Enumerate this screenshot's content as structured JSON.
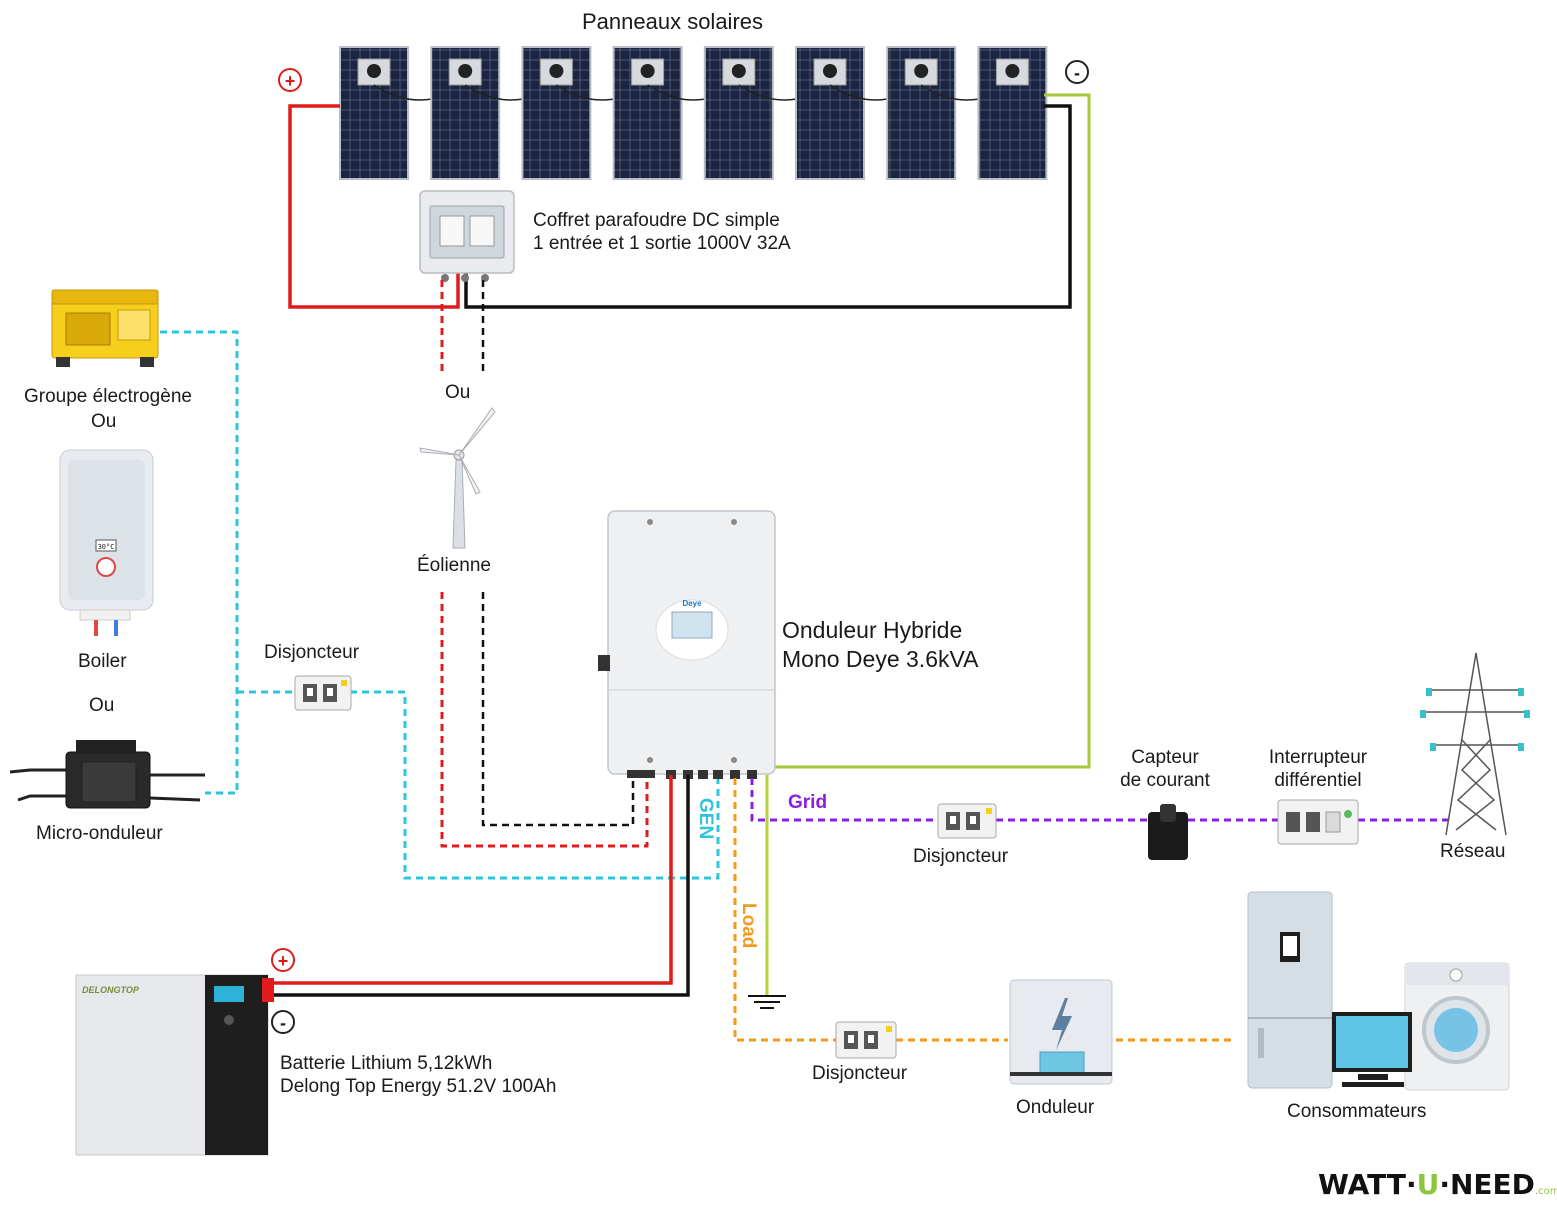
{
  "labels": {
    "solar_panels": "Panneaux solaires",
    "dc_box_line1": "Coffret parafoudre DC simple",
    "dc_box_line2": "1 entrée et 1 sortie 1000V 32A",
    "or_1": "Ou",
    "wind_turbine": "Éolienne",
    "generator": "Groupe électrogène",
    "or_2": "Ou",
    "boiler": "Boiler",
    "or_3": "Ou",
    "micro_inverter": "Micro-onduleur",
    "breaker_gen": "Disjoncteur",
    "inverter_line1": "Onduleur Hybride",
    "inverter_line2": "Mono Deye 3.6kVA",
    "breaker_grid": "Disjoncteur",
    "current_sensor_line1": "Capteur",
    "current_sensor_line2": "de courant",
    "rcd_line1": "Interrupteur",
    "rcd_line2": "différentiel",
    "grid_network": "Réseau",
    "battery_line1": "Batterie Lithium 5,12kWh",
    "battery_line2": "Delong Top Energy 51.2V 100Ah",
    "breaker_load": "Disjoncteur",
    "ups": "Onduleur",
    "consumers": "Consommateurs",
    "wire_grid": "Grid",
    "wire_gen": "GEN",
    "wire_load": "Load",
    "plus": "+",
    "minus": "-",
    "battery_brand": "DELONGTOP",
    "boiler_display": "30°C",
    "inverter_brand": "Deye"
  },
  "logo": {
    "part1": "WATT·",
    "part2": "U",
    "part3": "·NEED",
    "suffix": ".com"
  },
  "colors": {
    "positive": "#e01b1b",
    "negative": "#111111",
    "gen": "#2ec5dc",
    "grid": "#8a1fe0",
    "load": "#f39a1e",
    "earth": "#b5d334",
    "brand_green": "#8cc63f"
  },
  "solar_panel_count": 8
}
